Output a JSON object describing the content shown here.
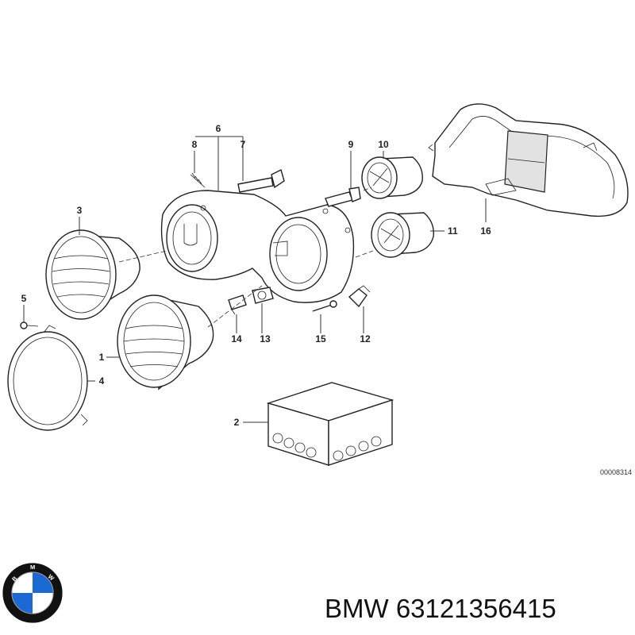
{
  "callouts": [
    "6",
    "8",
    "7",
    "9",
    "10",
    "3",
    "11",
    "16",
    "5",
    "1",
    "14",
    "13",
    "15",
    "12",
    "4",
    "2"
  ],
  "reference_code": "00008314",
  "brand": {
    "logo_letters": "BMW",
    "caption": "BMW 63121356415",
    "logo_colors": {
      "blue": "#1c69d4",
      "white": "#ffffff",
      "ring": "#111111"
    }
  }
}
